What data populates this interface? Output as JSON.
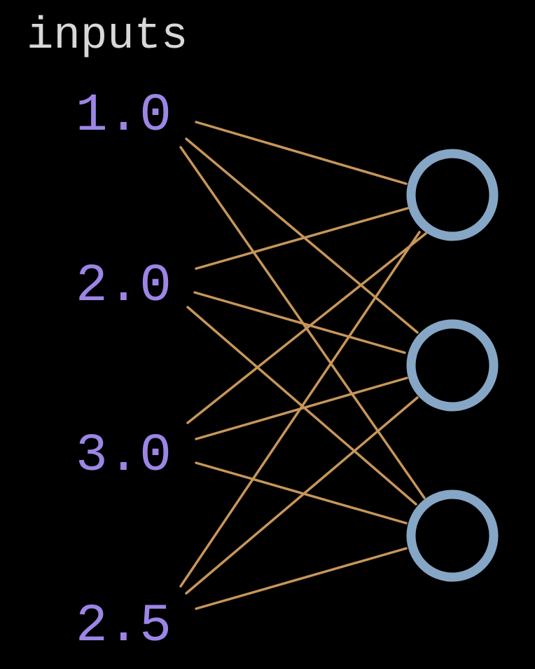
{
  "title": "inputs",
  "inputs": [
    {
      "label": "1.0"
    },
    {
      "label": "2.0"
    },
    {
      "label": "3.0"
    },
    {
      "label": "2.5"
    }
  ],
  "neuron_count": 3,
  "colors": {
    "background": "#000000",
    "title": "#d8d8d8",
    "input_label": "#9d85e6",
    "connection": "#c79659",
    "neuron_stroke": "#86a6c6"
  }
}
